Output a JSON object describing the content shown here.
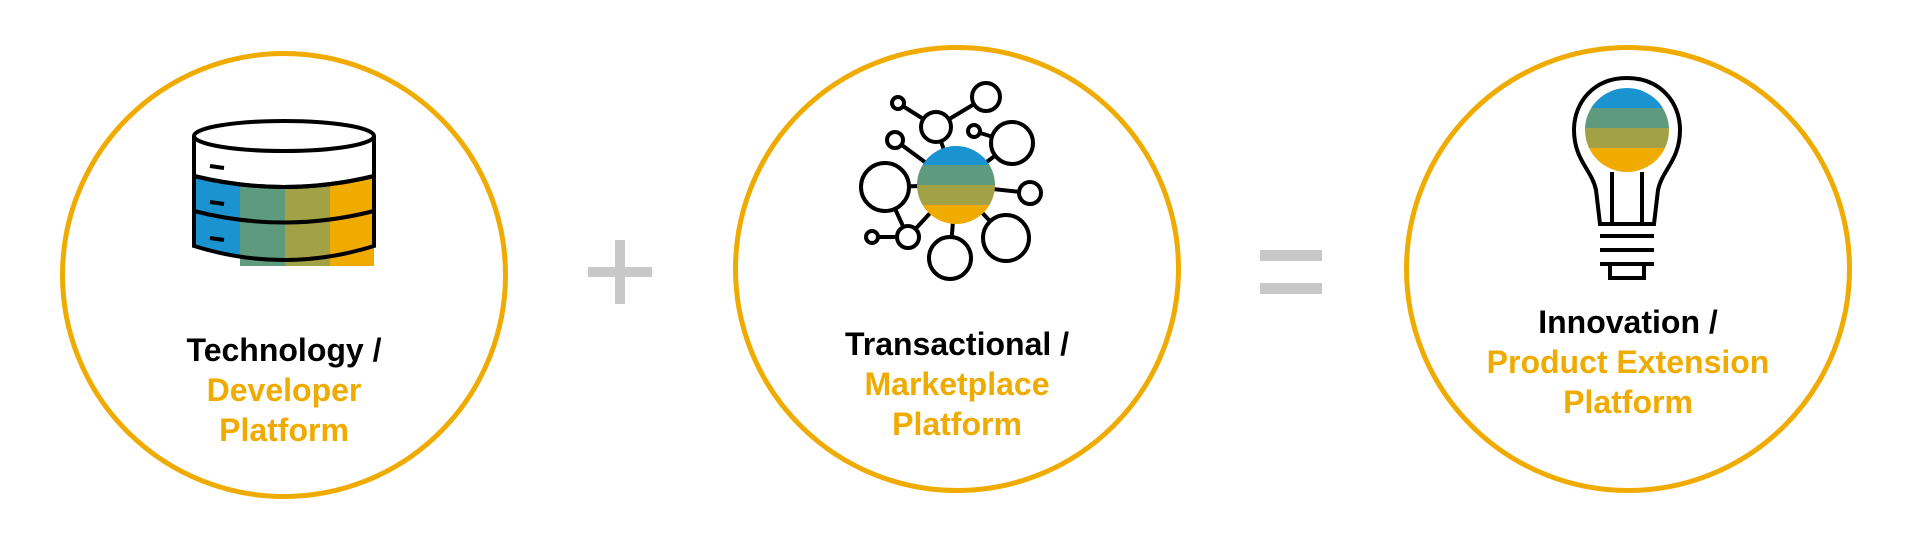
{
  "colors": {
    "accent": "#f0ab00",
    "operator": "#c8c8c8",
    "stripe_blue": "#1a93d0",
    "stripe_teal": "#5e9b7e",
    "stripe_olive": "#a3a146",
    "stripe_gold": "#f0ab00"
  },
  "platforms": [
    {
      "title": "Technology /",
      "subtitle_lines": [
        "Developer",
        "Platform"
      ],
      "icon": "database-icon"
    },
    {
      "title": "Transactional /",
      "subtitle_lines": [
        "Marketplace",
        "Platform"
      ],
      "icon": "network-icon"
    },
    {
      "title": "Innovation /",
      "subtitle_lines": [
        "Product Extension",
        "Platform"
      ],
      "icon": "lightbulb-icon"
    }
  ],
  "operators": [
    "plus-icon",
    "equals-icon"
  ]
}
